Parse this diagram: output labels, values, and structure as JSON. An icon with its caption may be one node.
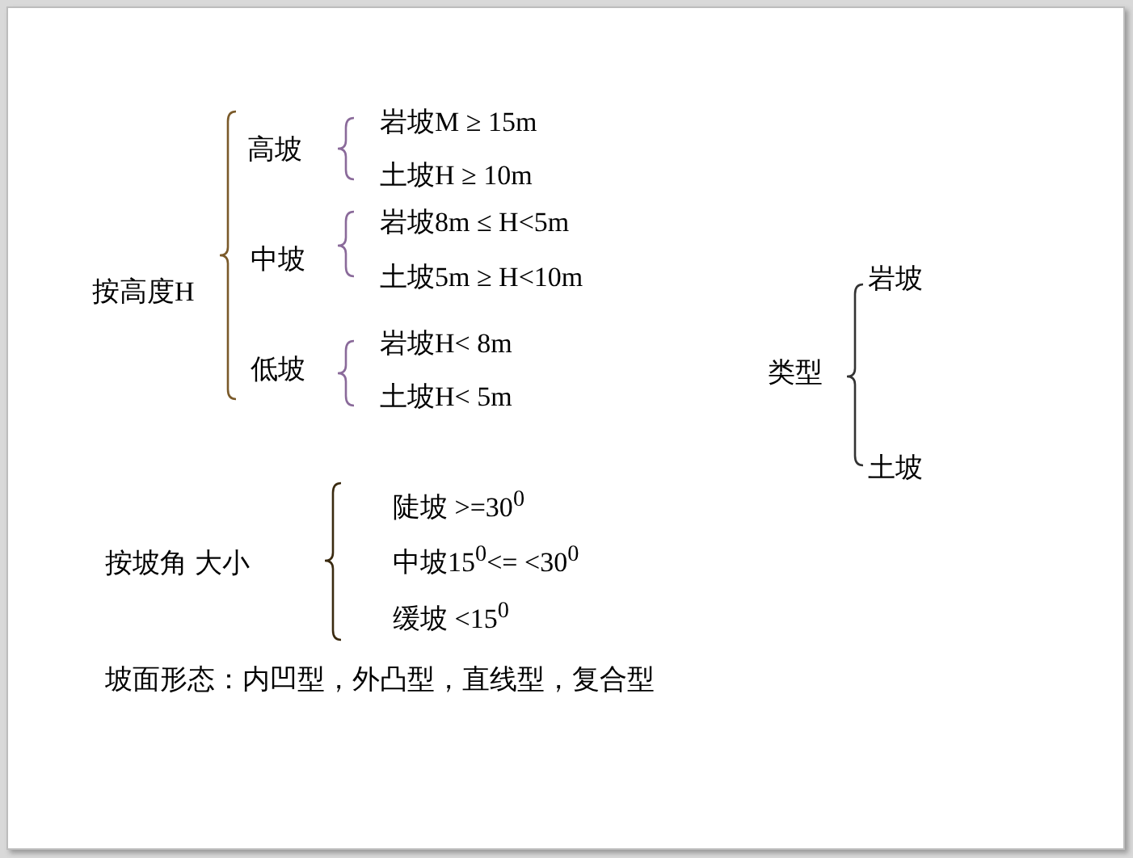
{
  "diagram": {
    "labels": [
      "按高度H",
      "高坡",
      "岩坡M ≥ 15m",
      "土坡H ≥ 10m",
      "中坡",
      "岩坡8m ≤ H<5m",
      "土坡5m ≥ H<10m",
      "低坡",
      "岩坡H< 8m",
      "土坡H< 5m",
      "类型",
      "岩坡",
      "土坡",
      "按坡角 大小",
      "陡坡 >=30$^{0}$",
      "中坡15$^{0}$<= <30$^{0}$",
      "缓坡 <15$^{0}$",
      "坡面形态：内凹型，外凸型，直线型，复合型"
    ]
  }
}
